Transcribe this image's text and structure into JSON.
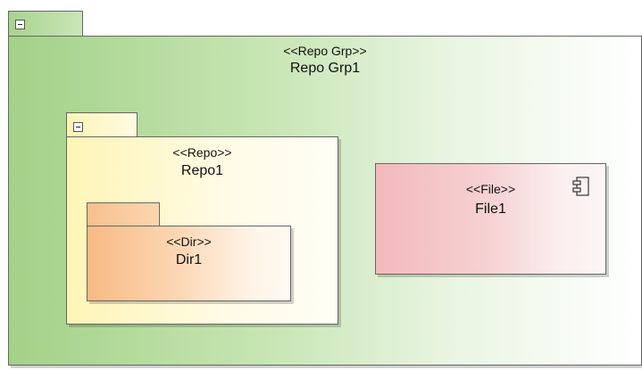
{
  "diagram": {
    "repo_group": {
      "stereotype": "<<Repo Grp>>",
      "name": "Repo Grp1",
      "color": "#a3d188"
    },
    "repo": {
      "stereotype": "<<Repo>>",
      "name": "Repo1",
      "color": "#fef5b6"
    },
    "dir": {
      "stereotype": "<<Dir>>",
      "name": "Dir1",
      "color": "#f7ba84"
    },
    "file": {
      "stereotype": "<<File>>",
      "name": "File1",
      "color": "#f2b9bb",
      "icon": "component-icon"
    }
  }
}
